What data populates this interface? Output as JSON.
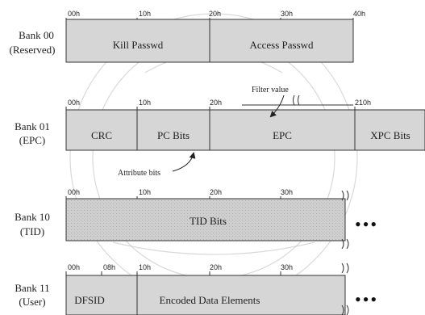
{
  "banks": [
    {
      "name": "Bank 00",
      "sub": "(Reserved)",
      "ticks": [
        "00h",
        "10h",
        "20h",
        "30h",
        "40h"
      ],
      "fields": [
        "Kill Passwd",
        "Access Passwd"
      ]
    },
    {
      "name": "Bank 01",
      "sub": "(EPC)",
      "ticks": [
        "00h",
        "10h",
        "20h",
        "210h"
      ],
      "fields": [
        "CRC",
        "PC Bits",
        "EPC",
        "XPC Bits"
      ],
      "annotations": {
        "filter": "Filter value",
        "attribute": "Attribute bits"
      }
    },
    {
      "name": "Bank 10",
      "sub": "(TID)",
      "ticks": [
        "00h",
        "10h",
        "20h",
        "30h"
      ],
      "fields": [
        "TID Bits"
      ],
      "more": "•••"
    },
    {
      "name": "Bank 11",
      "sub": "(User)",
      "ticks": [
        "00h",
        "08h",
        "10h",
        "20h",
        "30h"
      ],
      "fields": [
        "DFSID",
        "Encoded Data Elements"
      ],
      "more": "•••"
    }
  ]
}
